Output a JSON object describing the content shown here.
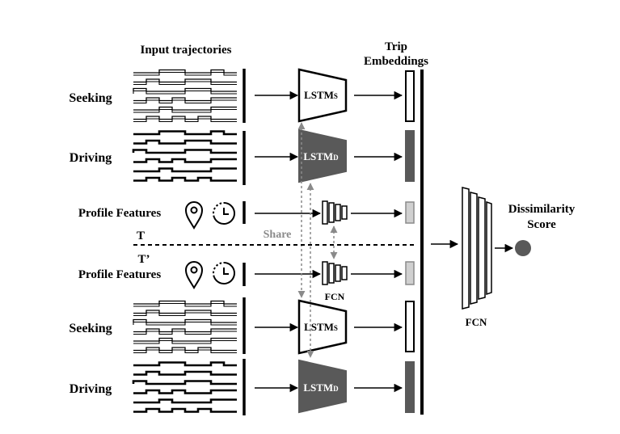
{
  "headers": {
    "input_trajectories": "Input trajectories",
    "trip": "Trip",
    "embeddings": "Embeddings"
  },
  "rows": {
    "seeking_top": "Seeking",
    "driving_top": "Driving",
    "profile_top": "Profile Features",
    "seeking_bottom": "Seeking",
    "driving_bottom": "Driving",
    "profile_bottom": "Profile Features"
  },
  "markers": {
    "t": "T",
    "t_prime": "T’"
  },
  "share": "Share",
  "lstm": {
    "s_main": "LSTM",
    "s_sub": "S",
    "d_main": "LSTM",
    "d_sub": "D"
  },
  "fcn_small": "FCN",
  "fcn_big": "FCN",
  "output": {
    "line1": "Dissimilarity",
    "line2": "Score"
  },
  "colors": {
    "dark_fill": "#595959",
    "light_fill": "#d0d0d0",
    "share_arrow": "#8a8a8a"
  },
  "icons": [
    "location-pin-icon",
    "clock-icon"
  ]
}
